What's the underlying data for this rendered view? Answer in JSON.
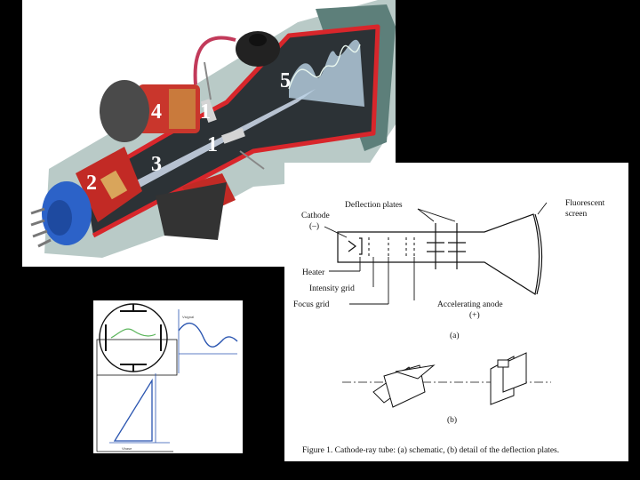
{
  "cutaway": {
    "part_numbers": [
      "1",
      "1",
      "2",
      "3",
      "4",
      "5"
    ]
  },
  "schematic": {
    "labels": {
      "cathode": "Cathode",
      "cathode_sign": "(–)",
      "deflection_plates": "Deflection plates",
      "screen_line1": "Fluorescent",
      "screen_line2": "screen",
      "heater": "Heater",
      "intensity_grid": "Intensity grid",
      "focus_grid": "Focus grid",
      "accelerating_anode": "Accelerating anode",
      "anode_sign": "(+)"
    },
    "part_a": "(a)",
    "part_b": "(b)",
    "caption": "Figure 1.  Cathode-ray tube: (a) schematic, (b) detail of the deflection plates."
  },
  "sweep_diagram": {
    "y_label": "Vsignal",
    "x_label": "Vbase"
  },
  "colors": {
    "background": "#000000",
    "tube_outline": "#d8262b",
    "tube_shell": "#6f8f8a",
    "socket_blue": "#2c62c8",
    "beam": "#b9c6d8",
    "signal_green": "#5bb55b",
    "signal_blue": "#2a55b0"
  }
}
